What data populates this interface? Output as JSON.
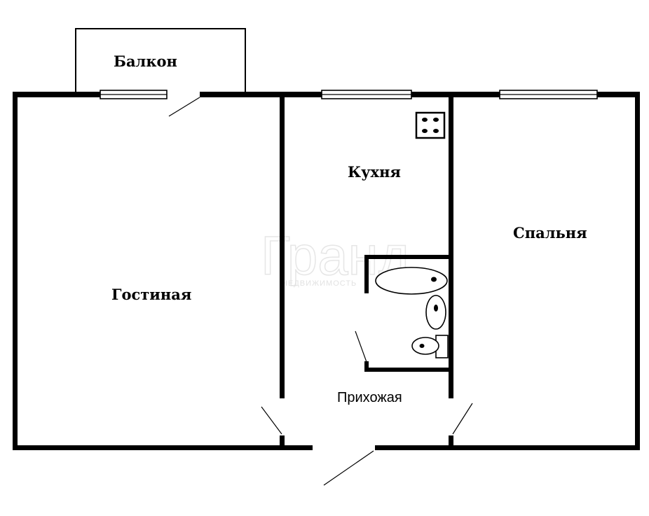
{
  "plan": {
    "rooms": {
      "balcony": "Балкон",
      "kitchen": "Кухня",
      "living_room": "Гостиная",
      "bedroom": "Спальня",
      "hallway": "Прихожая"
    },
    "watermark": {
      "logo": "Гранд",
      "subtitle": "НЕДВИЖИМОСТЬ"
    },
    "fixtures": [
      "stove-icon",
      "bathtub-icon",
      "sink-icon",
      "toilet-icon"
    ],
    "colors": {
      "walls": "#000000",
      "background": "#ffffff",
      "watermark": "#e4e4e4"
    }
  }
}
